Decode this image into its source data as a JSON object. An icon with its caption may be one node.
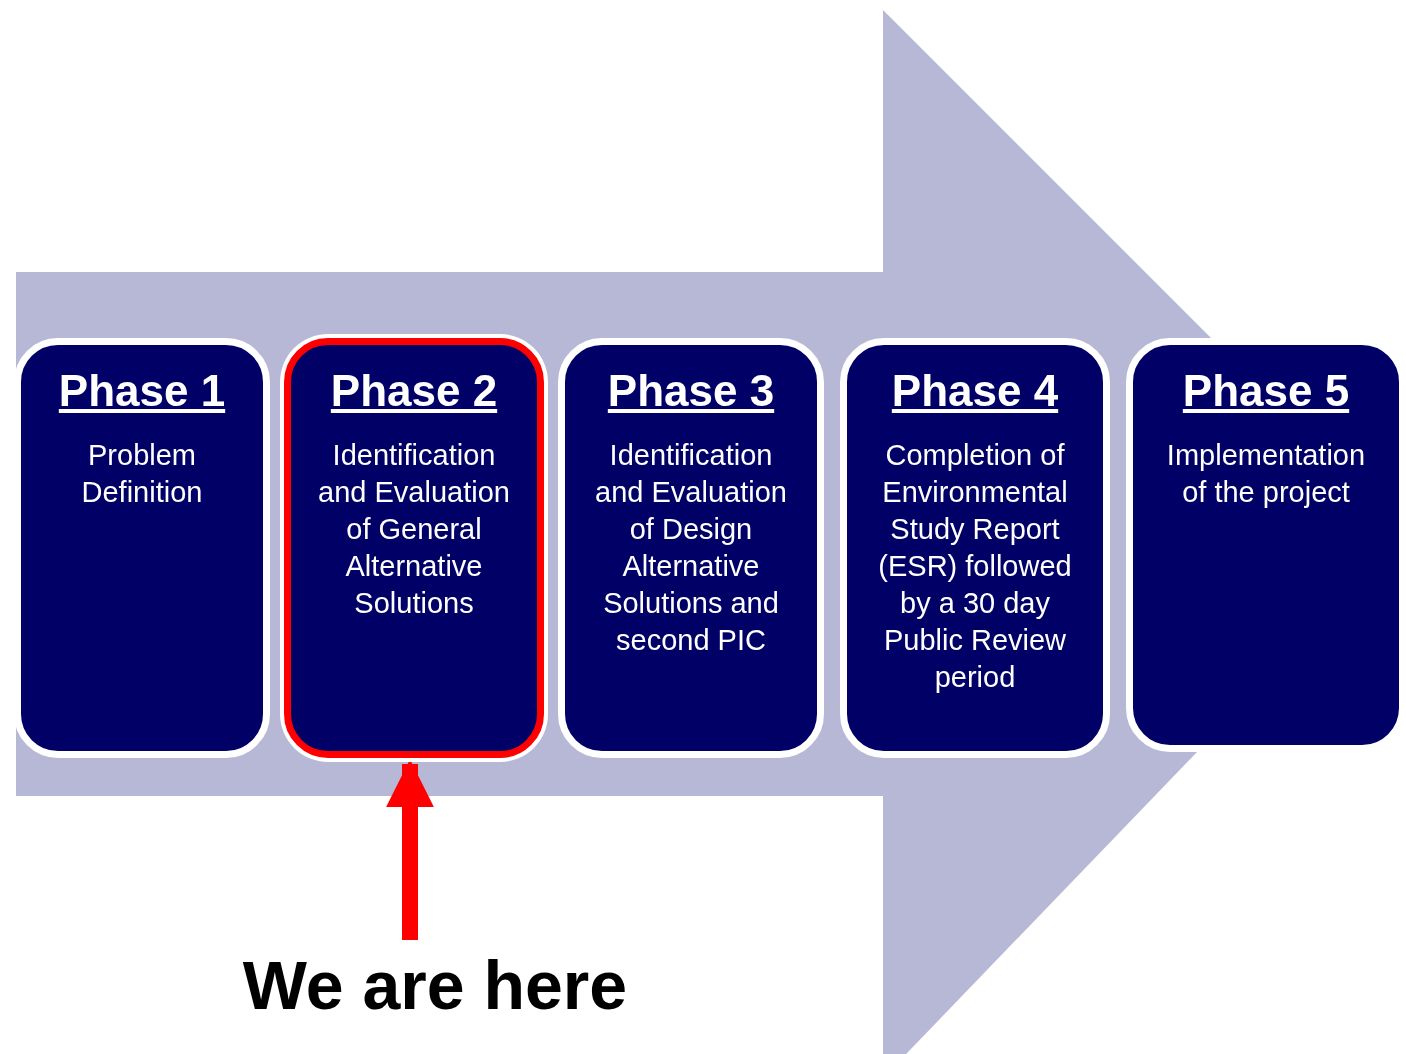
{
  "diagram": {
    "nodes": [
      {
        "text": [
          "Phase 1",
          "Problem Definition"
        ]
      },
      {
        "text": [
          "Phase 2",
          "Identification and Evaluation of General Alternative Solutions"
        ]
      },
      {
        "text": [
          "Phase 3",
          "Identification and Evaluation of Design Alternative Solutions and second PIC"
        ]
      },
      {
        "text": [
          "Phase 4",
          "Completion of Environmental Study Report (ESR) followed by a 30 day Public Review period"
        ]
      },
      {
        "text": [
          "Phase 5",
          "Implementation of the project"
        ]
      },
      {
        "text": [
          "We are here"
        ]
      }
    ],
    "edges": [
      {
        "from": 0,
        "to": 4,
        "arrow": "to",
        "color": "#b6b8d6"
      },
      {
        "from": 5,
        "to": 1,
        "arrow": "to",
        "color": "#ff0000"
      }
    ]
  }
}
